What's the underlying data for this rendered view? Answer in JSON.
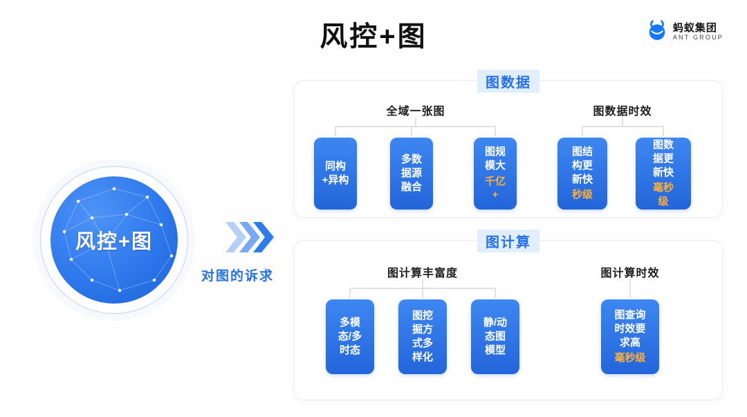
{
  "title": "风控+图",
  "logo": {
    "brand": "蚂蚁集团",
    "brand_sub": "ANT GROUP"
  },
  "hero": {
    "circle_label": "风控+图",
    "caption": "对图的诉求"
  },
  "panels": [
    {
      "badge": "图数据",
      "groups": [
        {
          "header": "全域一张图",
          "boxes": [
            {
              "text": "同构\n+异构",
              "highlight": ""
            },
            {
              "text": "多数\n据源\n融合",
              "highlight": ""
            },
            {
              "text": "图规\n模大",
              "highlight": "千亿\n+"
            }
          ]
        },
        {
          "header": "图数据时效",
          "boxes": [
            {
              "text": "图结\n构更\n新快",
              "highlight": "秒级"
            },
            {
              "text": "图数\n据更\n新快",
              "highlight": "毫秒\n级"
            }
          ]
        }
      ]
    },
    {
      "badge": "图计算",
      "groups": [
        {
          "header": "图计算丰富度",
          "boxes": [
            {
              "text": "多模\n态/多\n时态",
              "highlight": ""
            },
            {
              "text": "图挖\n掘方\n式多\n样化",
              "highlight": ""
            },
            {
              "text": "静/动\n态图\n模型",
              "highlight": ""
            }
          ]
        },
        {
          "header": "图计算时效",
          "boxes": [
            {
              "text": "图查询\n时效要\n求高",
              "highlight": "毫秒级"
            }
          ]
        }
      ]
    }
  ],
  "colors": {
    "accent": "#2571EB",
    "highlight": "#FFAF38",
    "box_top": "#3D87F2",
    "box_bottom": "#2365DA"
  }
}
